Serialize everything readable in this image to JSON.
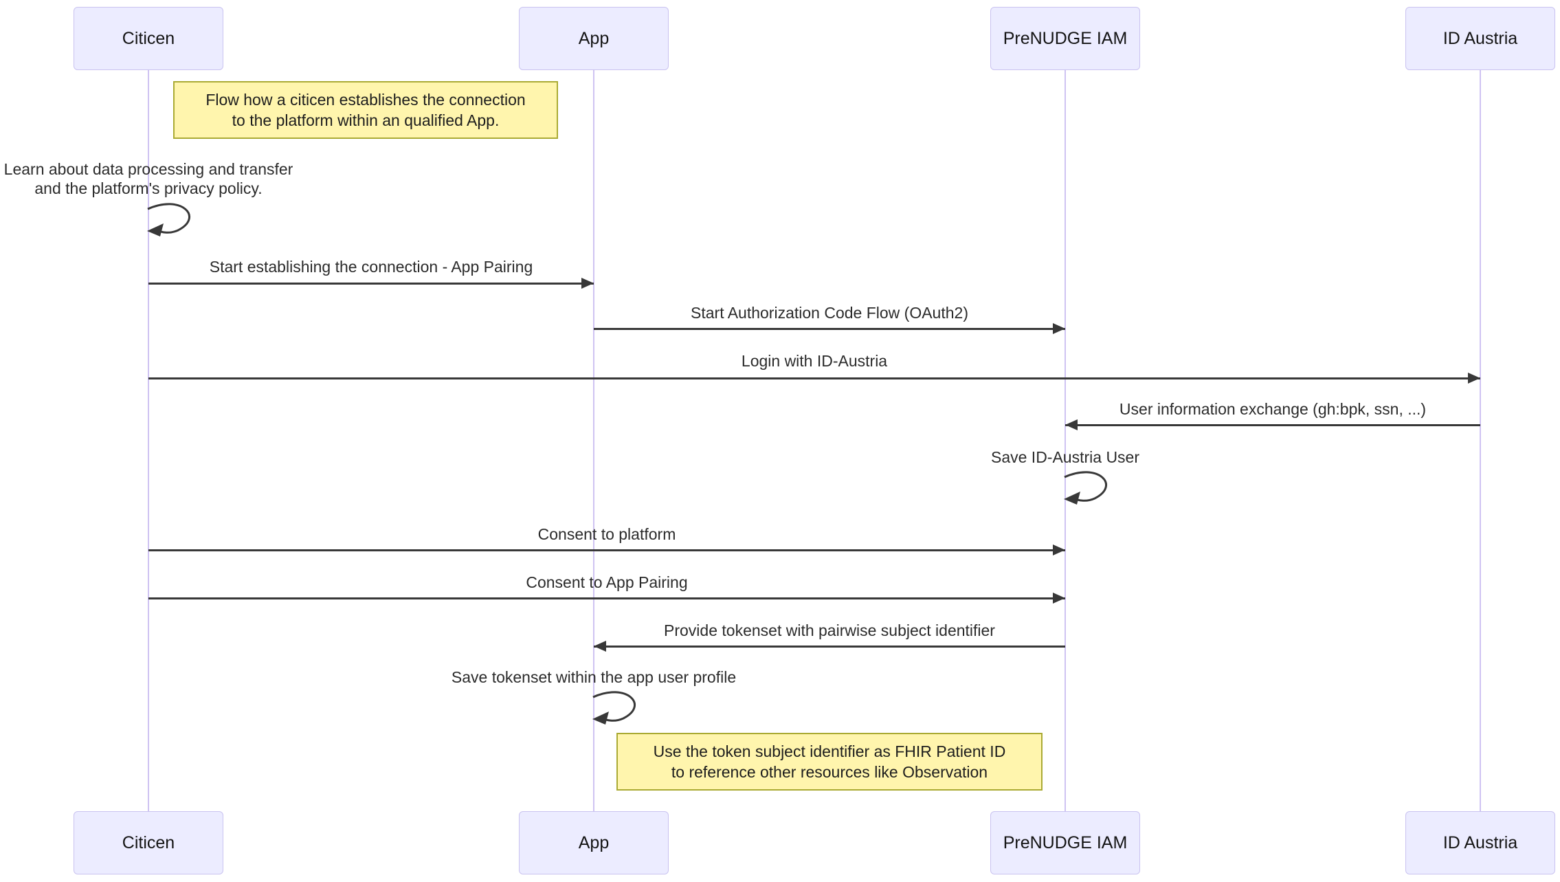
{
  "diagram": {
    "type": "sequence",
    "colors": {
      "actor_fill": "#ECECFF",
      "actor_border": "#c9c2f0",
      "lifeline": "#cfc3f2",
      "note_fill": "#fff5ad",
      "note_border": "#aaaa33",
      "message_line": "#383838",
      "text": "#2b2b2b"
    }
  },
  "actors": [
    {
      "id": "citicen",
      "label": "Citicen"
    },
    {
      "id": "app",
      "label": "App"
    },
    {
      "id": "prenudge_iam",
      "label": "PreNUDGE IAM"
    },
    {
      "id": "id_austria",
      "label": "ID Austria"
    }
  ],
  "notes": [
    {
      "over": "Citicen, App",
      "lines": [
        "Flow how a citicen establishes the connection",
        "to the platform within an qualified App."
      ]
    },
    {
      "over": "App, PreNUDGE IAM",
      "lines": [
        "Use the token subject identifier as FHIR Patient ID",
        "to reference other resources like Observation"
      ]
    }
  ],
  "messages": [
    {
      "from": "Citicen",
      "to": "Citicen",
      "type": "self",
      "lines": [
        "Learn about data processing and transfer",
        "and the platform's privacy policy."
      ]
    },
    {
      "from": "Citicen",
      "to": "App",
      "type": "solid-arrow",
      "label": "Start establishing the connection - App Pairing"
    },
    {
      "from": "App",
      "to": "PreNUDGE IAM",
      "type": "solid-arrow",
      "label": "Start Authorization Code Flow (OAuth2)"
    },
    {
      "from": "Citicen",
      "to": "ID Austria",
      "type": "solid-arrow",
      "label": "Login with ID-Austria"
    },
    {
      "from": "ID Austria",
      "to": "PreNUDGE IAM",
      "type": "solid-arrow",
      "label": "User information exchange (gh:bpk, ssn, ...)"
    },
    {
      "from": "PreNUDGE IAM",
      "to": "PreNUDGE IAM",
      "type": "self",
      "label": "Save ID-Austria User"
    },
    {
      "from": "Citicen",
      "to": "PreNUDGE IAM",
      "type": "solid-arrow",
      "label": "Consent to platform"
    },
    {
      "from": "Citicen",
      "to": "PreNUDGE IAM",
      "type": "solid-arrow",
      "label": "Consent to App Pairing"
    },
    {
      "from": "PreNUDGE IAM",
      "to": "App",
      "type": "solid-arrow",
      "label": "Provide tokenset with pairwise subject identifier"
    },
    {
      "from": "App",
      "to": "App",
      "type": "self",
      "label": "Save tokenset within the app user profile"
    }
  ]
}
